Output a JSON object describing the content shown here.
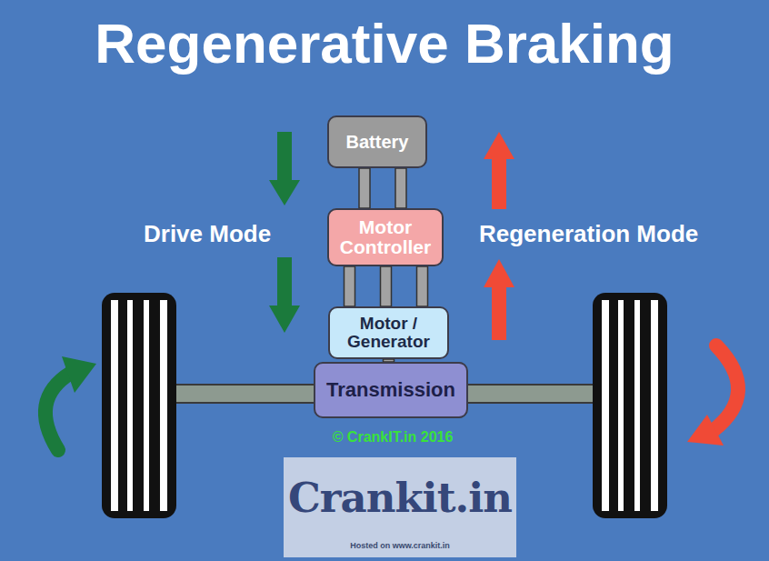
{
  "diagram": {
    "title": "Regenerative Braking",
    "nodes": [
      {
        "text": [
          "Battery"
        ]
      },
      {
        "text": [
          "Motor Controller"
        ]
      },
      {
        "text": [
          "Motor / Generator"
        ]
      },
      {
        "text": [
          "Transmission"
        ]
      }
    ],
    "edges": [
      {
        "from": 0,
        "to": 1,
        "arrow": "none"
      },
      {
        "from": 1,
        "to": 2,
        "arrow": "none"
      },
      {
        "from": 2,
        "to": 3,
        "arrow": "none"
      }
    ],
    "labels": [
      "Drive Mode",
      "Regeneration Mode",
      "© CrankIT.in 2016",
      "Crankit.in",
      "Hosted on www.crankit.in"
    ]
  }
}
